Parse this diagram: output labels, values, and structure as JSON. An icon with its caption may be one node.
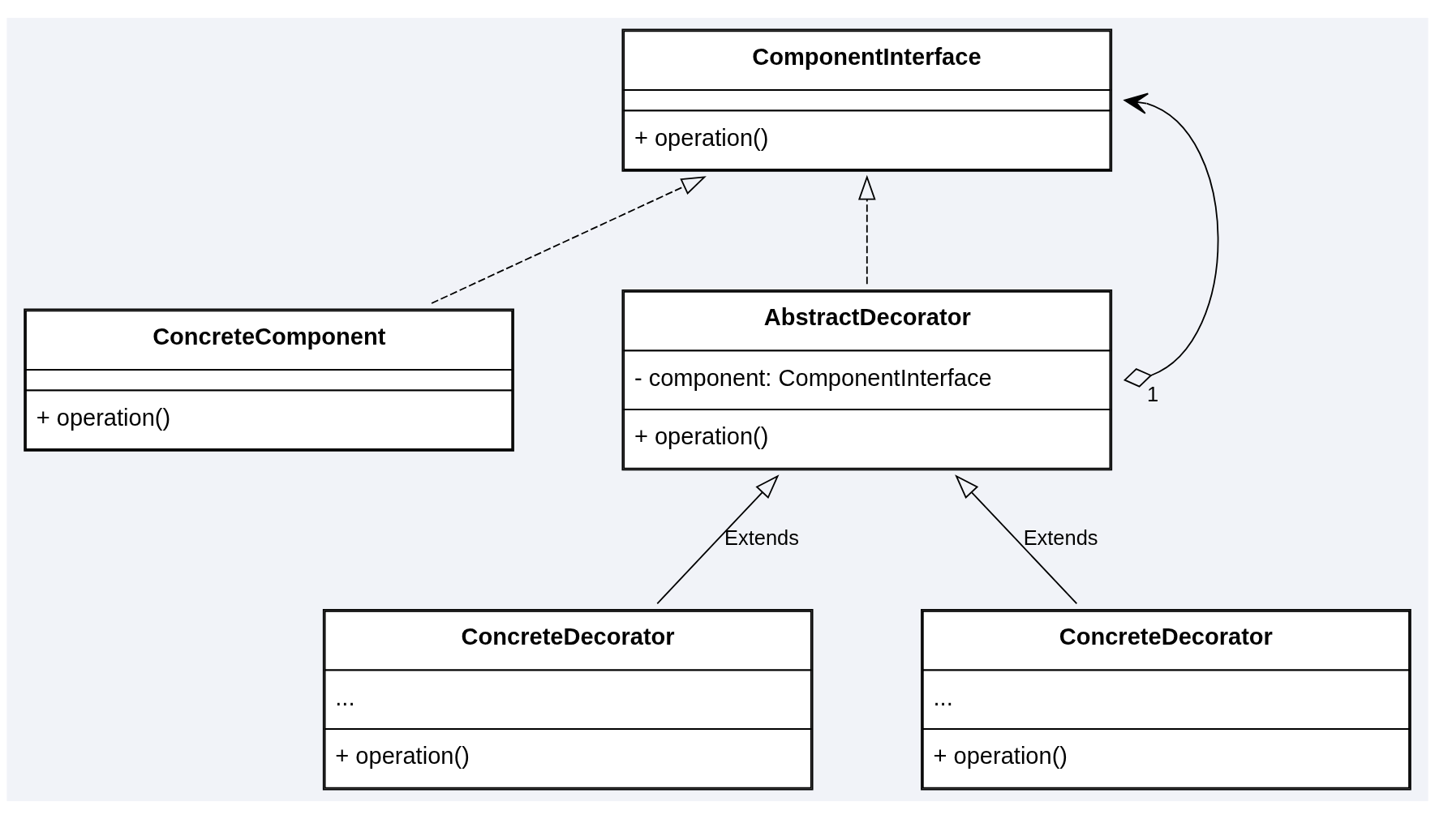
{
  "diagram": {
    "nodes": [
      {
        "text": [
          "ComponentInterface",
          "+ operation()"
        ]
      },
      {
        "text": [
          "ConcreteComponent",
          "+ operation()"
        ]
      },
      {
        "text": [
          "AbstractDecorator",
          "- component: ComponentInterface",
          "+ operation()"
        ]
      },
      {
        "text": [
          "ConcreteDecorator",
          "...",
          "+ operation()"
        ]
      },
      {
        "text": [
          "ConcreteDecorator",
          "...",
          "+ operation()"
        ]
      }
    ],
    "edges": [
      {
        "from": 1,
        "to": 0,
        "arrow": "to",
        "style": "dashed"
      },
      {
        "from": 2,
        "to": 0,
        "arrow": "to",
        "style": "dashed"
      },
      {
        "from": 2,
        "to": 0,
        "arrow": "both",
        "label": "1"
      },
      {
        "from": 3,
        "to": 2,
        "arrow": "to",
        "label": "Extends"
      },
      {
        "from": 4,
        "to": 2,
        "arrow": "to",
        "label": "Extends"
      }
    ]
  }
}
